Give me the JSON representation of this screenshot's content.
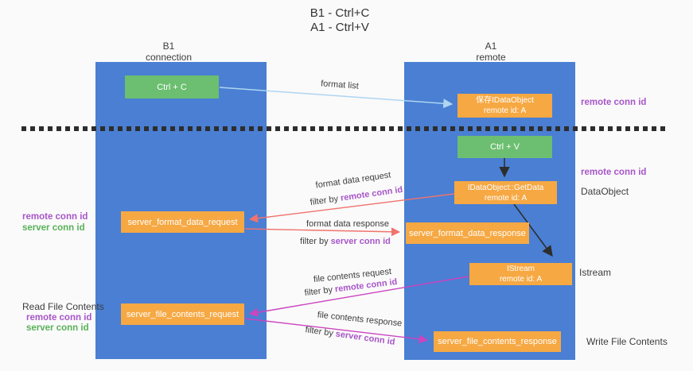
{
  "title": {
    "line1": "B1 - Ctrl+C",
    "line2": "A1 - Ctrl+V"
  },
  "lanes": {
    "left": {
      "name": "B1",
      "subtitle": "connection"
    },
    "right": {
      "name": "A1",
      "subtitle": "remote"
    }
  },
  "nodes": {
    "ctrl_c": {
      "label": "Ctrl + C"
    },
    "ctrl_v": {
      "label": "Ctrl + V"
    },
    "save_dataobject": {
      "line1": "保存IDataObject",
      "line2": "remote id: A"
    },
    "getdata": {
      "line1": "IDataObject::GetData",
      "line2": "remote id: A"
    },
    "istream": {
      "line1": "IStream",
      "line2": "remote id: A"
    },
    "server_format_data_request": {
      "label": "server_format_data_request"
    },
    "server_format_data_response": {
      "label": "server_format_data_response"
    },
    "server_file_contents_request": {
      "label": "server_file_contents_request"
    },
    "server_file_contents_response": {
      "label": "server_file_contents_response"
    }
  },
  "edges": {
    "format_list": {
      "label": "format list"
    },
    "format_data_request": {
      "label": "format data request",
      "filter_prefix": "filter by ",
      "filter_key": "remote conn id"
    },
    "format_data_response": {
      "label": "format data response",
      "filter_prefix": "filter by ",
      "filter_key": "server conn id"
    },
    "file_contents_request": {
      "label": "file contents request",
      "filter_prefix": "filter by ",
      "filter_key": "remote conn id"
    },
    "file_contents_response": {
      "label": "file contents response",
      "filter_prefix": "filter by ",
      "filter_key": "server conn id"
    }
  },
  "annotations": {
    "right_top_remote_conn_id": "remote conn id",
    "right_mid_remote_conn_id": "remote conn id",
    "dataobject": "DataObject",
    "istream": "Istream",
    "write_file_contents": "Write File Contents",
    "left_mid_remote_conn_id": "remote conn id",
    "left_mid_server_conn_id": "server conn id",
    "read_file_contents": "Read File Contents",
    "left_bottom_remote_conn_id": "remote conn id",
    "left_bottom_server_conn_id": "server conn id"
  },
  "colors": {
    "lane_blue": "#4a7fd3",
    "node_green": "#6cbf70",
    "node_orange": "#f6a843",
    "remote_conn_purple": "#a855c8",
    "server_conn_green": "#58b158",
    "arrow_salmon": "#f0736e",
    "arrow_magenta": "#cc44c0",
    "arrow_lightblue": "#aed6f1",
    "arrow_black": "#2d2d2d",
    "background": "#fafafa"
  }
}
